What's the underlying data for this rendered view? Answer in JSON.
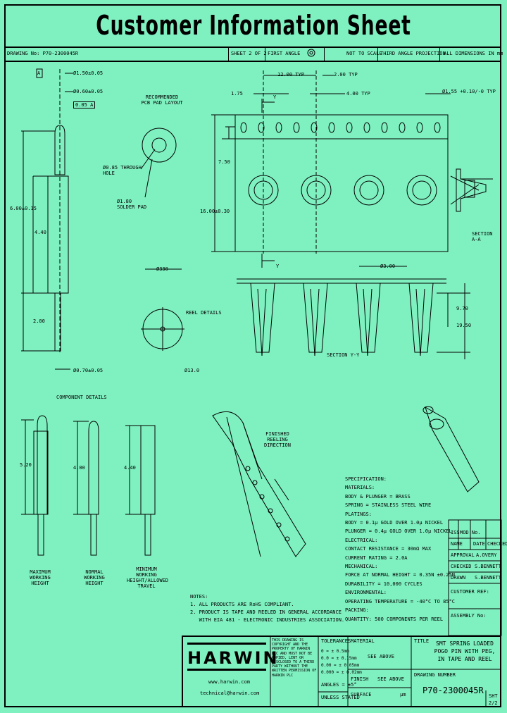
{
  "title": "Customer Information Sheet",
  "header": {
    "drawing_no": "DRAWING No: P70-2300045R",
    "sheet": "SHEET 2 OF 2",
    "first_angle": "FIRST ANGLE",
    "not_to_scale": "NOT TO SCALE",
    "third_angle": "THIRD ANGLE PROJECTION",
    "dims": "ALL DIMENSIONS IN mm"
  },
  "pin": {
    "d1": "Ø1.50±0.05",
    "d2": "Ø0.60±0.05",
    "tol": "0.05 A",
    "datum": "A",
    "len1": "6.00±0.15",
    "len2": "4.40",
    "len3": "2.00",
    "d3": "Ø0.70±0.05"
  },
  "pad": {
    "title": "RECOMMENDED PCB PAD LAYOUT",
    "hole": "Ø0.85 THROUGH HOLE",
    "pad": "Ø1.80 SOLDER PAD"
  },
  "reel": {
    "d": "Ø330",
    "label": "REEL DETAILS",
    "hub": "Ø13.0"
  },
  "tape": {
    "p1": "12.00 TYP",
    "p2": "2.00 TYP",
    "p3": "4.00 TYP",
    "off": "1.75",
    "w1": "7.50",
    "w2": "16.00±0.30",
    "sproc": "Ø1.55 +0.10/-0 TYP",
    "sec": "SECTION A-A",
    "y": "Y",
    "d8": "Ø3.00",
    "h1": "9.70",
    "h2": "19.50",
    "secy": "SECTION Y-Y"
  },
  "component": {
    "title": "COMPONENT DETAILS",
    "h1": "5.20",
    "h2": "4.00",
    "h3": "4.40",
    "c1": "MAXIMUM WORKING HEIGHT",
    "c2": "NORMAL WORKING HEIGHT",
    "c3": "MINIMUM WORKING HEIGHT/ALLOWED TRAVEL"
  },
  "feed": "FINISHED REELING DIRECTION",
  "spec": {
    "lines": [
      "SPECIFICATION:",
      "MATERIALS:",
      "BODY & PLUNGER = BRASS",
      "SPRING = STAINLESS STEEL WIRE",
      "PLATINGS:",
      "BODY = 0.1μ GOLD OVER 1.0μ NICKEL",
      "PLUNGER = 0.4μ GOLD OVER 1.0μ NICKEL",
      "ELECTRICAL:",
      "CONTACT RESISTANCE = 30mΩ MAX",
      "CURRENT RATING = 2.0A",
      "MECHANICAL:",
      "FORCE AT NORMAL HEIGHT = 0.35N ±0.25N",
      "DURABILITY = 10,000 CYCLES",
      "ENVIRONMENTAL:",
      "OPERATING TEMPERATURE = -40°C TO 85°C",
      "PACKING:",
      "QUANTITY: 500 COMPONENTS PER REEL"
    ]
  },
  "notes": {
    "lines": [
      "NOTES:",
      "1. ALL PRODUCTS ARE RoHS COMPLIANT.",
      "2. PRODUCT IS TAPE AND REELED IN GENERAL ACCORDANCE",
      "   WITH EIA 481 - ELECTRONIC INDUSTRIES ASSOCIATION."
    ]
  },
  "revision": {
    "iss": "ISS",
    "mod": "MOD No.",
    "name": "NAME",
    "date": "DATE",
    "checked": "CHECKED",
    "approval": "APPROVAL",
    "approval_v": "A.OVERY",
    "checked_v": "S.BENNETT",
    "drawn": "DRAWN",
    "drawn_v": "S.BENNETT",
    "customer_ref": "CUSTOMER REF:",
    "assembly": "ASSEMBLY No:"
  },
  "titleblock": {
    "logo": "HARWIN",
    "web": "www.harwin.com",
    "email": "technical@harwin.com",
    "copyright": "THIS DRAWING IS COPYRIGHT AND THE PROPERTY OF HARWIN PLC AND MUST NOT BE COPIED, LENT OR DISCLOSED TO A THIRD PARTY WITHOUT THE WRITTEN PERMISSION OF HARWIN PLC",
    "tol_title": "TOLERANCES",
    "tol_lines": [
      "0 = ± 0.5mm",
      "0.0 = ± 0.15mm",
      "0.00 = ± 0.05mm",
      "0.000 = ± 0.02mm"
    ],
    "angles": "ANGLES = ±5°",
    "unless": "UNLESS STATED",
    "material": "MATERIAL",
    "material_v": "SEE ABOVE",
    "finish": "FINISH",
    "finish_v": "SEE ABOVE",
    "surface": "SURFACE",
    "surface_v": "μm",
    "title_label": "TITLE",
    "title_v": "SMT SPRING LOADED POGO PIN WITH PEG, IN TAPE AND REEL",
    "drawing_no_label": "DRAWING NUMBER",
    "drawing_no": "P70-2300045R",
    "sht_label": "SHT",
    "sht": "2/2"
  }
}
